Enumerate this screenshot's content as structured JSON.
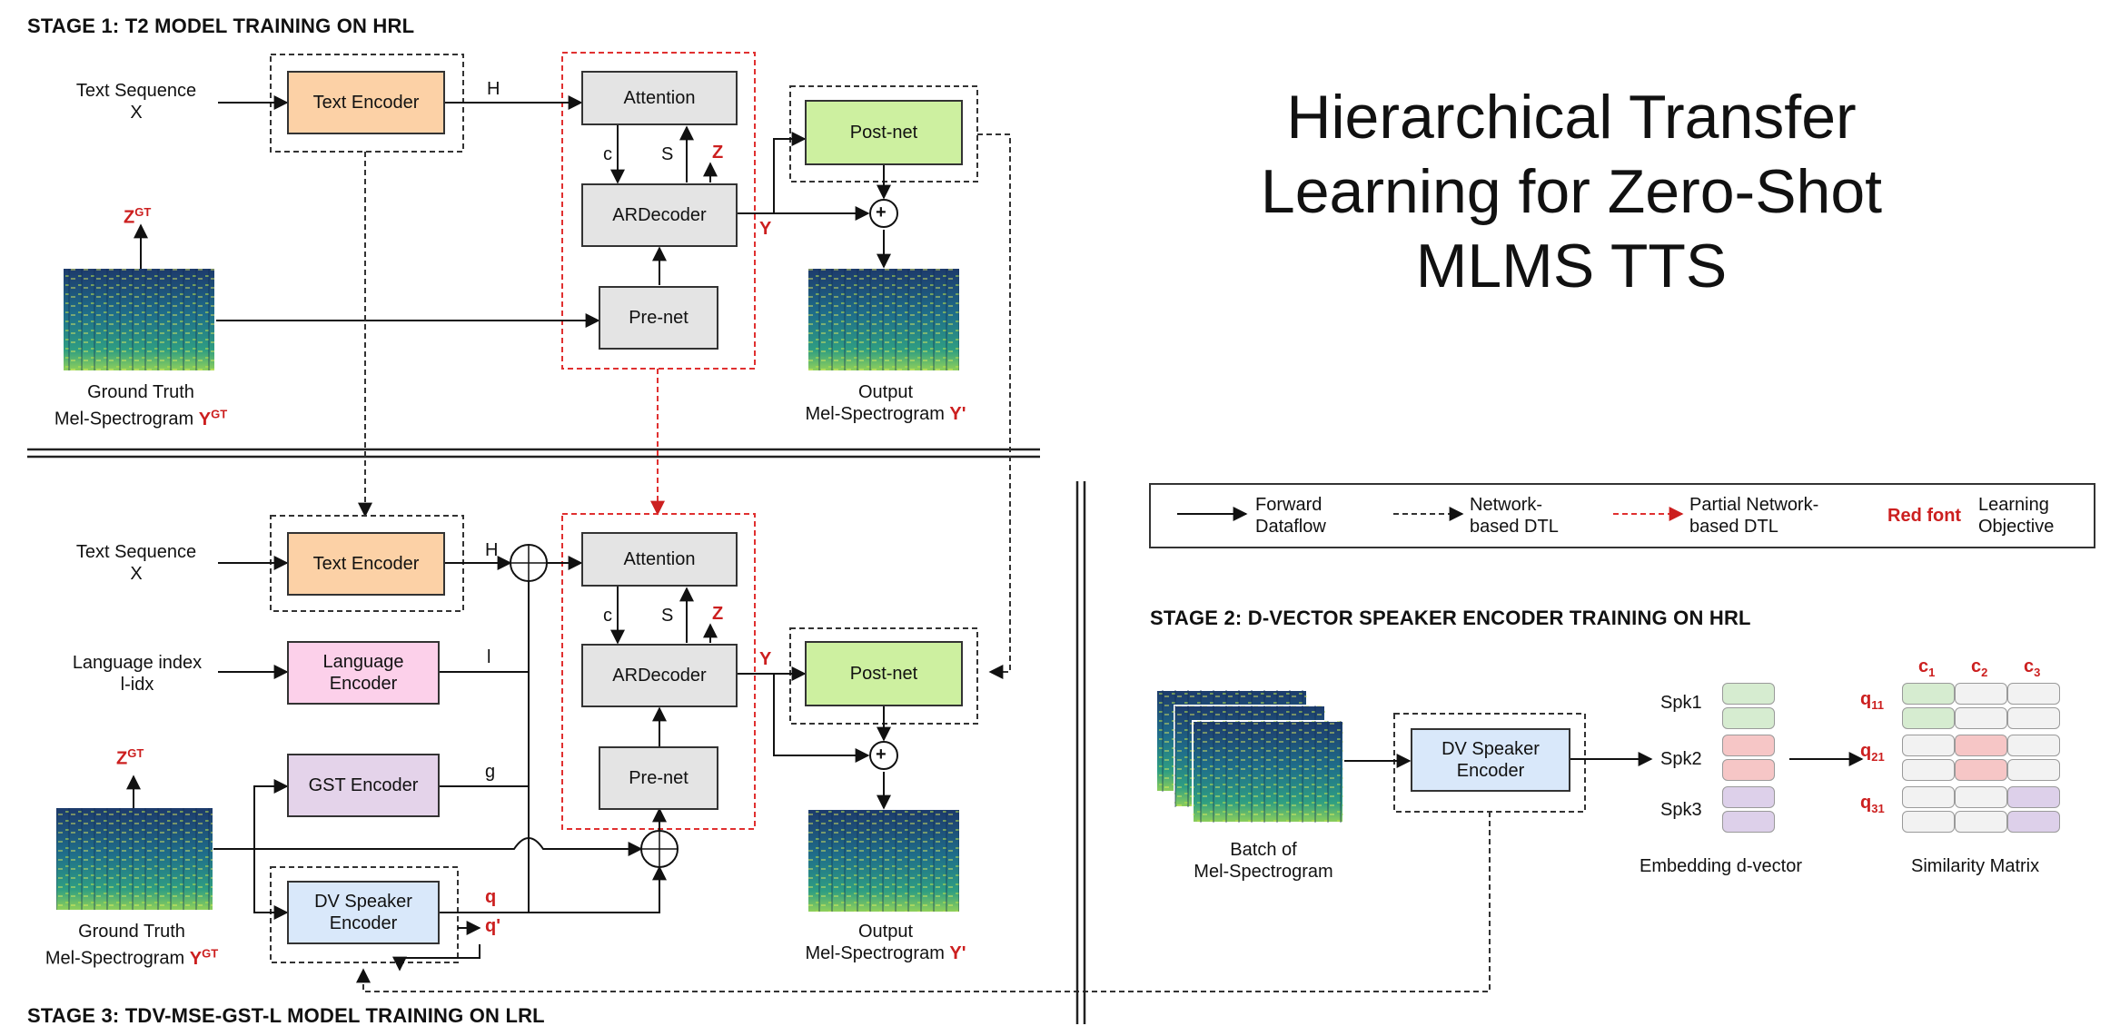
{
  "title": "Hierarchical Transfer Learning for Zero-Shot MLMS TTS",
  "title_lines": [
    "Hierarchical Transfer",
    "Learning for Zero-Shot",
    "MLMS TTS"
  ],
  "stage1": {
    "heading": "STAGE 1: T2 MODEL TRAINING ON HRL",
    "text_seq": "Text Sequence",
    "x": "X",
    "text_encoder": "Text Encoder",
    "h": "H",
    "attention": "Attention",
    "c": "c",
    "s": "S",
    "z": "Z",
    "ardecoder": "ARDecoder",
    "y": "Y",
    "prenet": "Pre-net",
    "postnet": "Post-net",
    "plus": "+",
    "zgt": "Z",
    "gt_sup": "GT",
    "gt_label_1": "Ground Truth",
    "gt_label_2": "Mel-Spectrogram ",
    "ygt": "Y",
    "out_label_1": "Output",
    "out_label_2": "Mel-Spectrogram ",
    "yprime": "Y'"
  },
  "stage3": {
    "heading": "STAGE 3: TDV-MSE-GST-L MODEL TRAINING ON LRL",
    "text_seq": "Text Sequence",
    "x": "X",
    "text_encoder": "Text Encoder",
    "h": "H",
    "lang_index": "Language index",
    "lidx": "l-idx",
    "lang_encoder_1": "Language",
    "lang_encoder_2": "Encoder",
    "l": "l",
    "gst_encoder": "GST Encoder",
    "g": "g",
    "dv_encoder_1": "DV Speaker",
    "dv_encoder_2": "Encoder",
    "q": "q",
    "qprime": "q'",
    "attention": "Attention",
    "c": "c",
    "s": "S",
    "z": "Z",
    "ardecoder": "ARDecoder",
    "y": "Y",
    "prenet": "Pre-net",
    "postnet": "Post-net",
    "plus": "+",
    "zgt": "Z",
    "gt_sup": "GT",
    "gt_label_1": "Ground Truth",
    "gt_label_2": "Mel-Spectrogram ",
    "ygt": "Y",
    "out_label_1": "Output",
    "out_label_2": "Mel-Spectrogram ",
    "yprime": "Y'"
  },
  "legend": {
    "forward_1": "Forward",
    "forward_2": "Dataflow",
    "network_1": "Network-",
    "network_2": "based DTL",
    "partial_1": "Partial Network-",
    "partial_2": "based DTL",
    "red_font": "Red font",
    "objective_1": "Learning",
    "objective_2": "Objective"
  },
  "stage2": {
    "heading": "STAGE 2: D-VECTOR SPEAKER ENCODER TRAINING ON HRL",
    "dv_encoder_1": "DV Speaker",
    "dv_encoder_2": "Encoder",
    "batch_1": "Batch of",
    "batch_2": "Mel-Spectrogram",
    "spk1": "Spk1",
    "spk2": "Spk2",
    "spk3": "Spk3",
    "embedding": "Embedding d-vector",
    "similarity": "Similarity Matrix",
    "c": "c",
    "q": "q",
    "c_subs": [
      "1",
      "2",
      "3"
    ],
    "q_subs": [
      "11",
      "21",
      "31"
    ]
  },
  "colors": {
    "red": "#cc1f1f",
    "gray_box": "#e4e4e4",
    "text_encoder": "#fcd1a6",
    "postnet": "#cdf0a0",
    "lang_encoder": "#fcd0ea",
    "gst_encoder": "#e4d3ea",
    "dv_encoder": "#d9e8fa"
  }
}
